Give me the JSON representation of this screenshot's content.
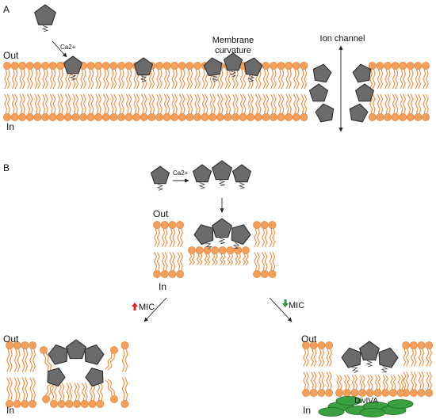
{
  "panel_a": {
    "letter": "A",
    "out_label": "Out",
    "in_label": "In",
    "ca_label": "Ca2+",
    "membrane_curvature_line1": "Membrane",
    "membrane_curvature_line2": "curvature",
    "ion_channel_label": "Ion channel"
  },
  "panel_b": {
    "letter": "B",
    "ca_label": "Ca2+",
    "top_out_label": "Out",
    "top_in_label": "In",
    "mic_up_label": "MIC",
    "mic_down_label": "MIC",
    "left_out_label": "Out",
    "left_in_label": "In",
    "right_out_label": "Out",
    "right_in_label": "In",
    "divIVA_label": "DivIVA"
  },
  "colors": {
    "lipid_head": "#f5a05a",
    "lipid_head_stroke": "#e07a2c",
    "lipid_tail": "#f08a3c",
    "protein_fill": "#6b6b6b",
    "protein_stroke": "#2e2e2e",
    "arrow_up": "#e02020",
    "arrow_down": "#2a9a3a",
    "divIVA": "#3aa040"
  }
}
